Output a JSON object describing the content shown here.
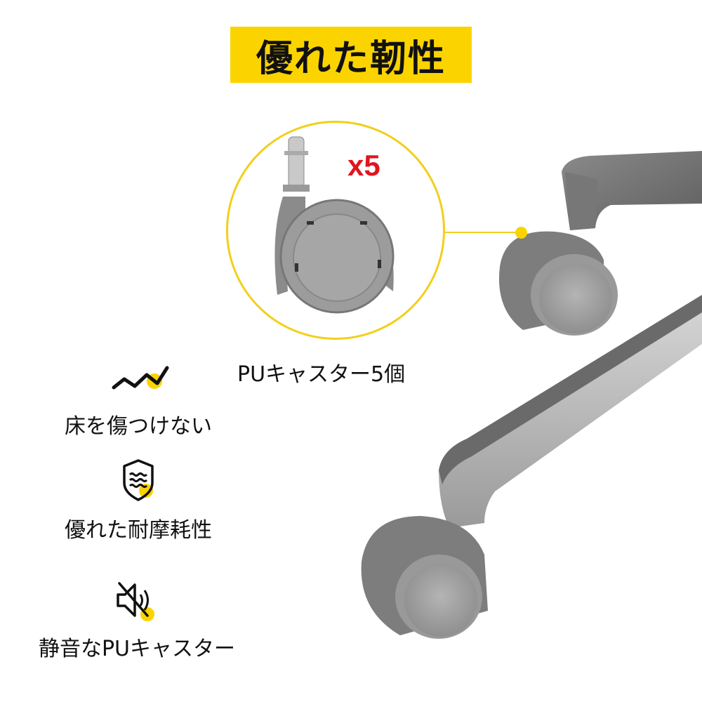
{
  "title": "優れた靭性",
  "callout": {
    "quantity": "x5",
    "caption": "PUキャスター5個"
  },
  "features": [
    {
      "icon": "zigzag-line-icon",
      "label": "床を傷つけない"
    },
    {
      "icon": "shield-waves-icon",
      "label": "優れた耐摩耗性"
    },
    {
      "icon": "speaker-mute-icon",
      "label": "静音なPUキャスター"
    }
  ],
  "colors": {
    "accent_yellow": "#fbd400",
    "quantity_red": "#e0161e",
    "text": "#111111"
  }
}
